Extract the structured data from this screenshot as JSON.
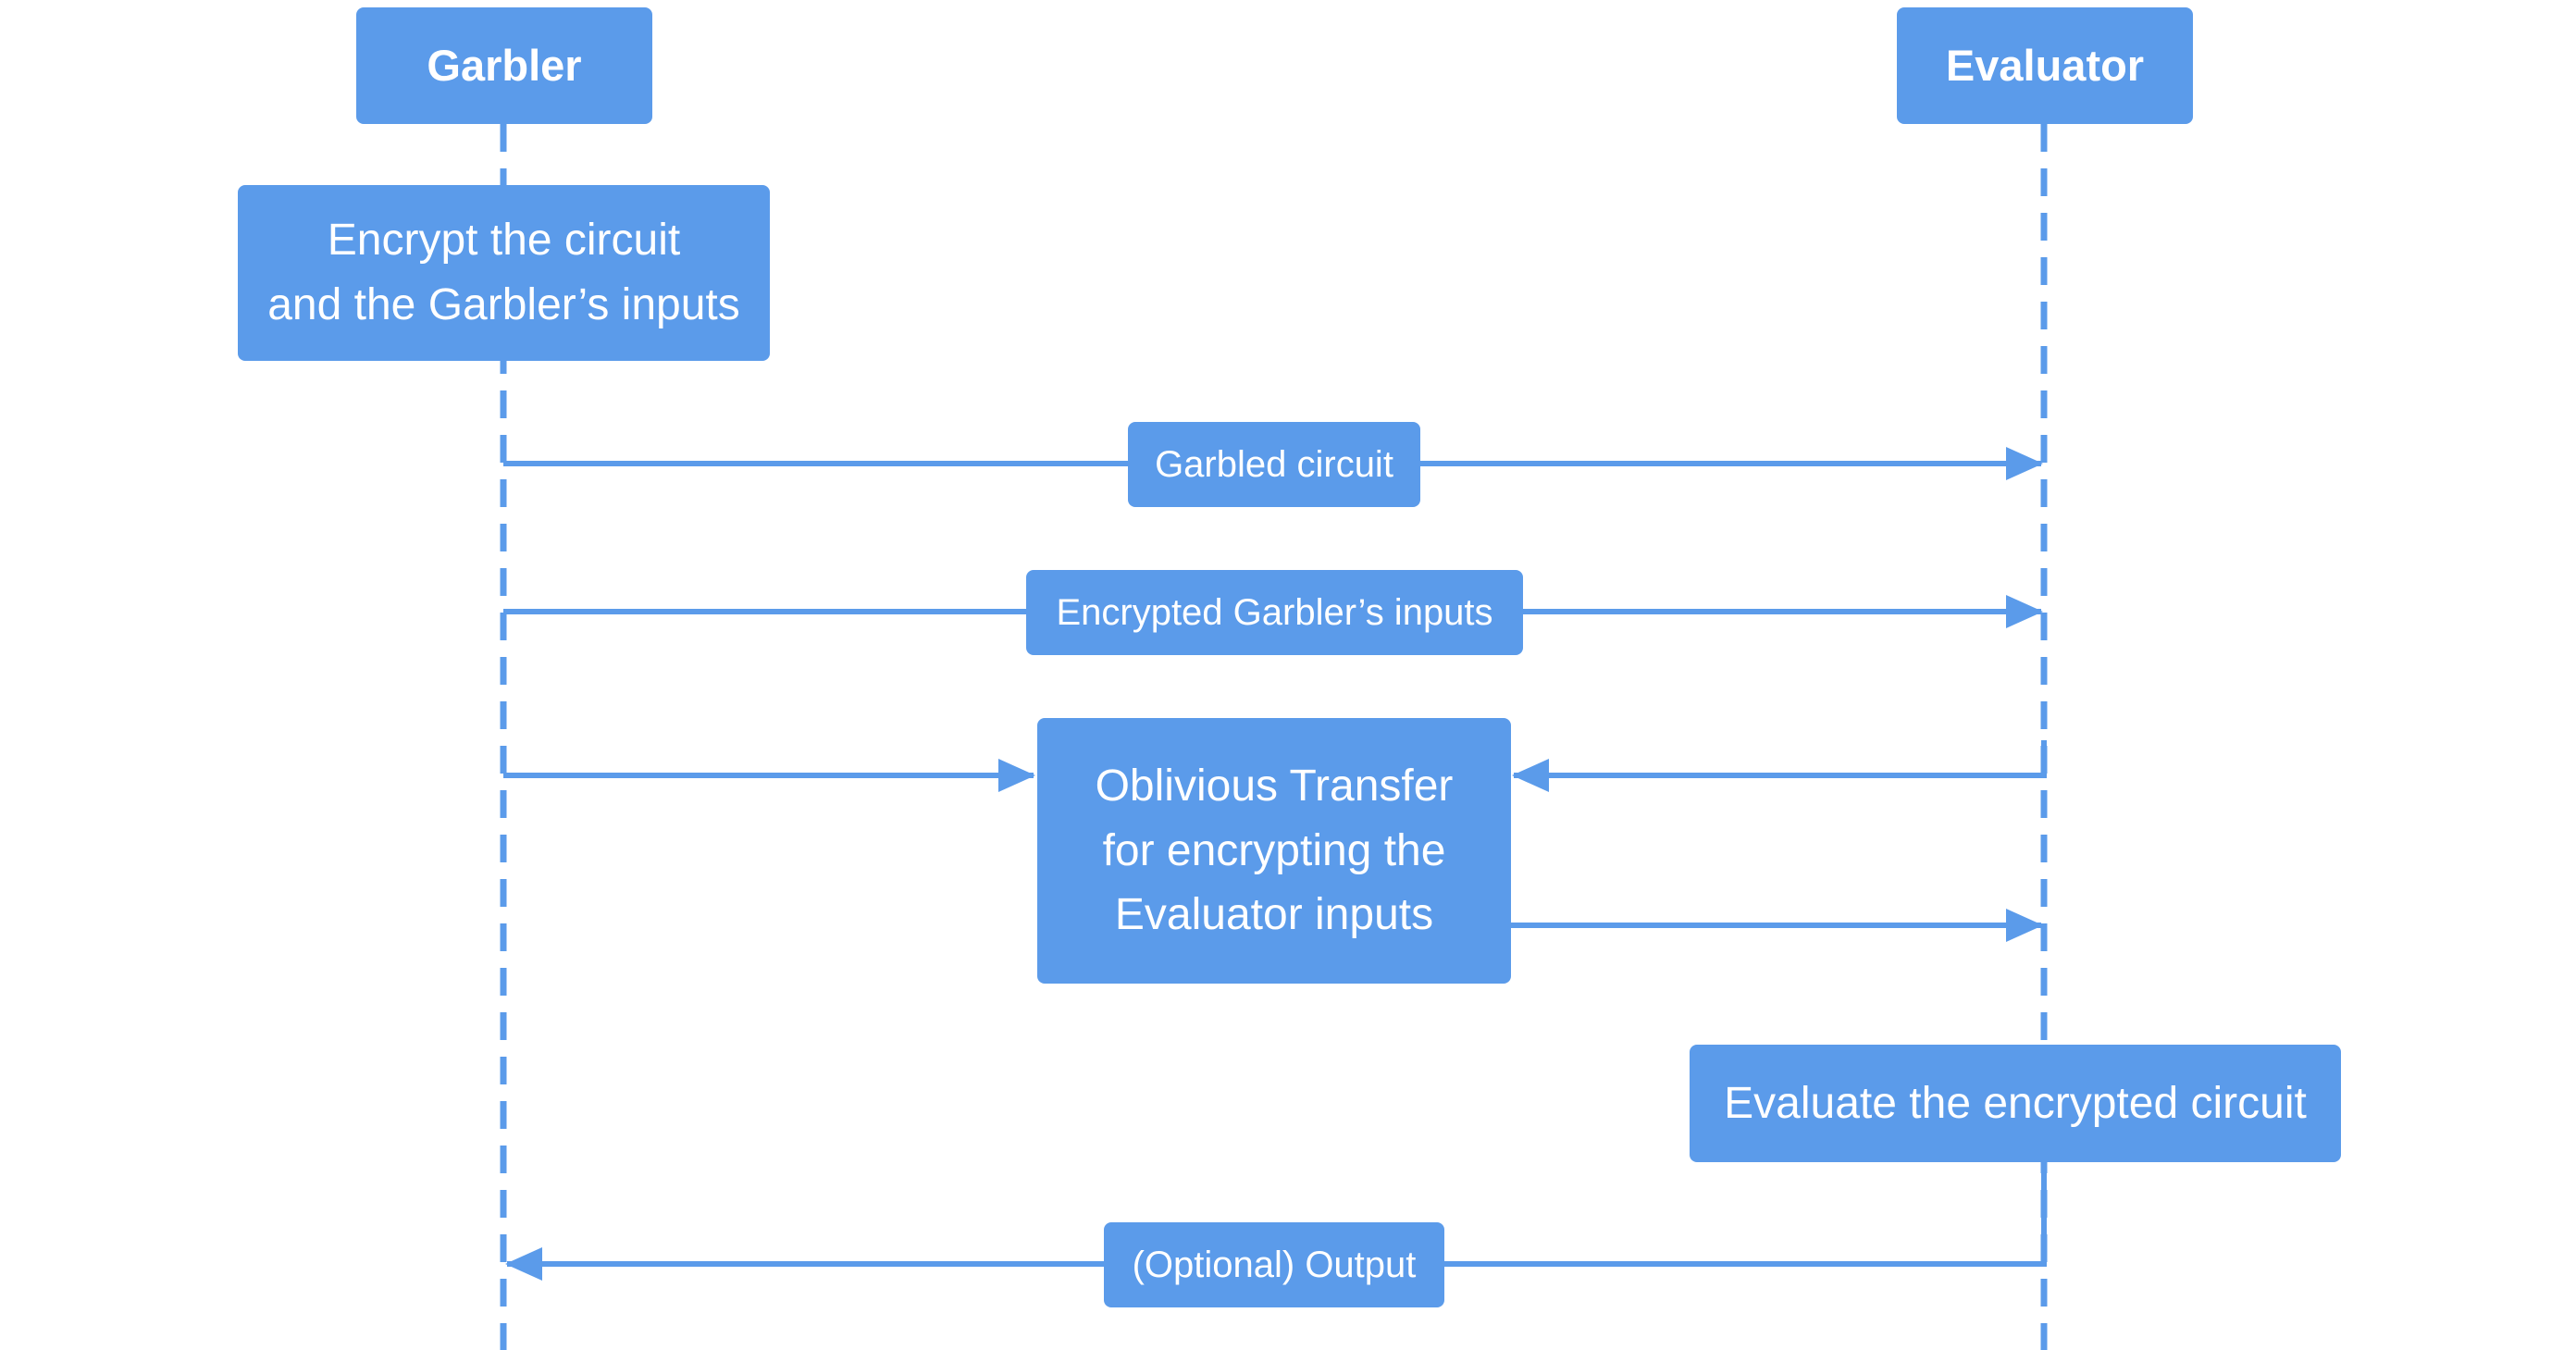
{
  "participants": {
    "garbler": "Garbler",
    "evaluator": "Evaluator"
  },
  "steps": {
    "encrypt": "Encrypt the circuit\nand the Garbler’s inputs",
    "ot": "Oblivious Transfer\nfor encrypting the\nEvaluator inputs",
    "evaluate": "Evaluate the encrypted circuit"
  },
  "messages": {
    "garbled_circuit": "Garbled circuit",
    "encrypted_inputs": "Encrypted Garbler’s inputs",
    "output": "(Optional) Output"
  },
  "colors": {
    "accent": "#5b9bea",
    "text": "#ffffff"
  }
}
